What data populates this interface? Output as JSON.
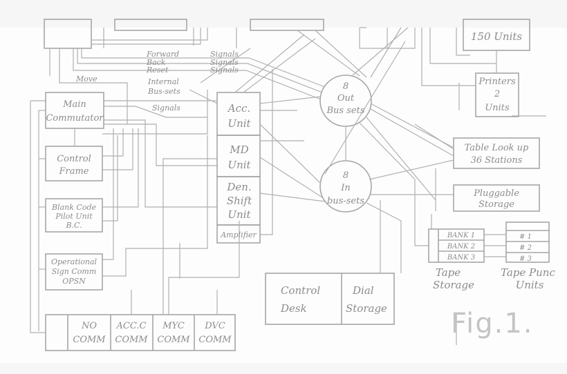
{
  "blocks": {
    "units150": "150 Units",
    "printers": [
      "Printers",
      "2",
      "Units"
    ],
    "main_commutator": [
      "Main",
      "Commutator"
    ],
    "control_frame": [
      "Control",
      "Frame"
    ],
    "blank_code": [
      "Blank Code",
      "Pilot Unit",
      "B.C."
    ],
    "operational_sign": [
      "Operational",
      "Sign Comm",
      "OPSN"
    ],
    "acc_unit": [
      "Acc.",
      "Unit"
    ],
    "md_unit": [
      "MD",
      "Unit"
    ],
    "den_shift": [
      "Den.",
      "Shift",
      "Unit"
    ],
    "amplifier": "Amplifier",
    "out_bus": [
      "8",
      "Out",
      "Bus sets"
    ],
    "in_bus": [
      "8",
      "In",
      "bus-sets"
    ],
    "table_lookup": [
      "Table Look up",
      "36 Stations"
    ],
    "pluggable": [
      "Pluggable",
      "Storage"
    ],
    "banks": [
      "BANK 1",
      "BANK 2",
      "BANK 3"
    ],
    "punch_numbers": [
      "# 1",
      "# 2",
      "# 3"
    ],
    "tape_storage": [
      "Tape",
      "Storage"
    ],
    "tape_punch": [
      "Tape Punc",
      "Units"
    ],
    "control_desk": [
      "Control",
      "Desk"
    ],
    "dial_storage": [
      "Dial",
      "Storage"
    ],
    "comm": [
      [
        "NO",
        "COMM"
      ],
      [
        "ACC.C",
        "COMM"
      ],
      [
        "MYC",
        "COMM"
      ],
      [
        "DVC",
        "COMM"
      ]
    ]
  },
  "labels": {
    "forward": "Forward",
    "back": "Back",
    "reset": "Reset",
    "signals_a": "Signals",
    "signals_b": "Signals",
    "signals_c": "Signals",
    "signals_d": "Signals",
    "internal": "Internal",
    "bus_sets": "Bus-sets",
    "move": "Move"
  },
  "figure_label": "Fig.1.",
  "colors": {
    "line": "#b0b0b0",
    "box": "#a6a6a6",
    "text": "#8c8c8c",
    "paper": "#f6f6f6"
  }
}
